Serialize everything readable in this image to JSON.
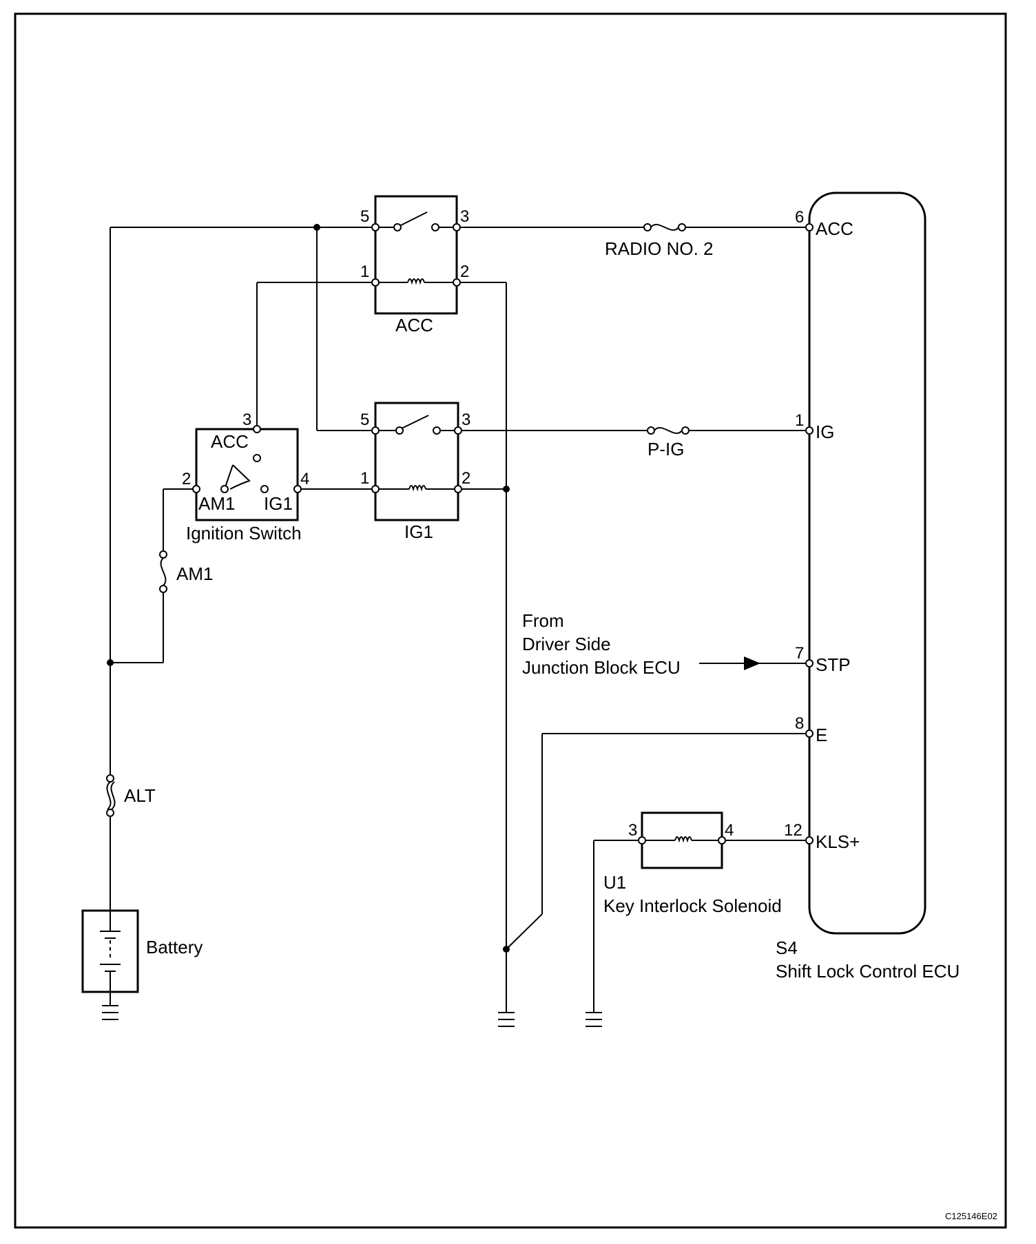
{
  "ecu": {
    "code": "S4",
    "name": "Shift Lock Control ECU",
    "pins": {
      "acc": {
        "num": "6",
        "name": "ACC"
      },
      "ig": {
        "num": "1",
        "name": "IG"
      },
      "stp": {
        "num": "7",
        "name": "STP"
      },
      "e": {
        "num": "8",
        "name": "E"
      },
      "kls": {
        "num": "12",
        "name": "KLS+"
      }
    }
  },
  "relay_acc": {
    "label": "ACC",
    "pins": {
      "p5": "5",
      "p3": "3",
      "p1": "1",
      "p2": "2"
    }
  },
  "relay_ig1": {
    "label": "IG1",
    "pins": {
      "p5": "5",
      "p3": "3",
      "p1": "1",
      "p2": "2"
    }
  },
  "ignition_switch": {
    "label": "Ignition Switch",
    "pins": {
      "p3": "3",
      "p2": "2",
      "p4": "4"
    },
    "positions": {
      "acc": "ACC",
      "am1": "AM1",
      "ig1": "IG1"
    }
  },
  "fuses": {
    "radio": "RADIO NO. 2",
    "pig": "P-IG",
    "am1": "AM1",
    "alt": "ALT"
  },
  "battery": {
    "label": "Battery"
  },
  "from_block": {
    "line1": "From",
    "line2": "Driver Side",
    "line3": "Junction Block ECU"
  },
  "solenoid": {
    "code": "U1",
    "name": "Key Interlock Solenoid",
    "pins": {
      "p3": "3",
      "p4": "4"
    }
  },
  "figure_code": "C125146E02"
}
